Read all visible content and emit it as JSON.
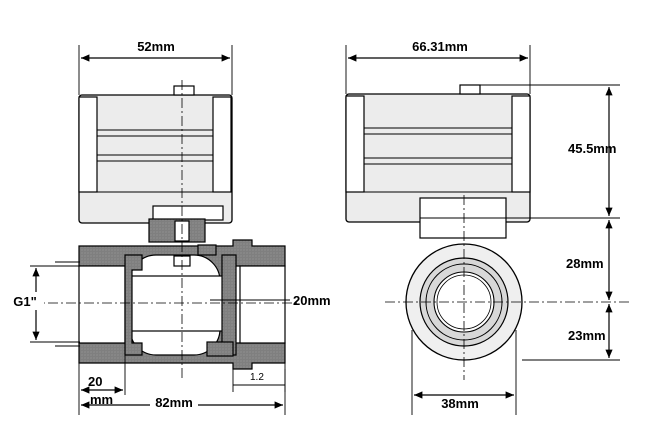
{
  "dimensions": {
    "actuator_width_front": "52mm",
    "actuator_width_side": "66.31mm",
    "actuator_height": "45.5mm",
    "stem_height": "28mm",
    "centerline_offset": "23mm",
    "port_diameter": "38mm",
    "thread_size": "G1\"",
    "bore_diameter": "20mm",
    "thread_length_line1": "20",
    "thread_length_line2": "mm",
    "overall_length": "82mm",
    "thread_pitch": "1.2"
  }
}
